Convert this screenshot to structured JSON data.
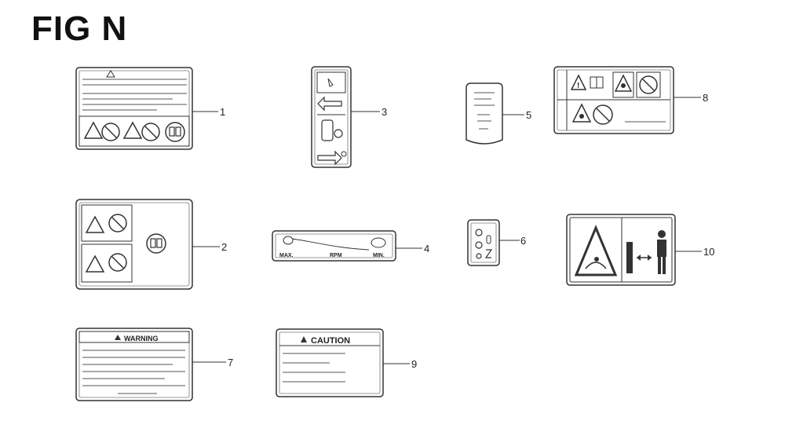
{
  "figure": {
    "title": "FIG N"
  },
  "parts": [
    {
      "callout": "1"
    },
    {
      "callout": "2"
    },
    {
      "callout": "3"
    },
    {
      "callout": "4",
      "labels": {
        "left": "MAX.",
        "center": "RPM",
        "right": "MIN."
      }
    },
    {
      "callout": "5"
    },
    {
      "callout": "6"
    },
    {
      "callout": "7",
      "header": "WARNING"
    },
    {
      "callout": "8"
    },
    {
      "callout": "9",
      "header": "CAUTION"
    },
    {
      "callout": "10"
    }
  ],
  "colors": {
    "line": "#333333",
    "label_fill": "#ffffff"
  }
}
